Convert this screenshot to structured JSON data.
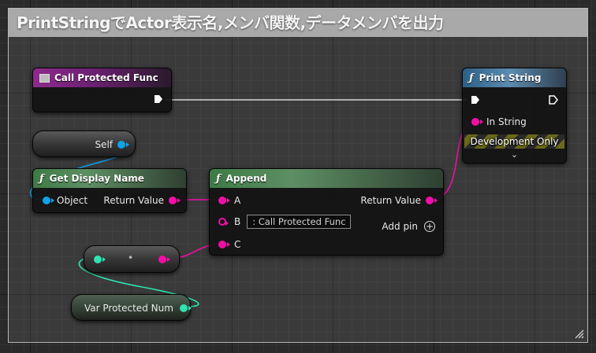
{
  "comment": {
    "title": "PrintStringでActor表示名,メンバ関数,データメンバを出力"
  },
  "nodes": {
    "call_protected": {
      "title": "Call Protected Func",
      "icon": "event-icon"
    },
    "self": {
      "label": "Self"
    },
    "get_display_name": {
      "title": "Get Display Name",
      "icon": "function-icon",
      "input_label": "Object",
      "output_label": "Return Value"
    },
    "append": {
      "title": "Append",
      "icon": "function-icon",
      "inputs": {
        "a": "A",
        "b": "B",
        "c": "C"
      },
      "b_default": ": Call Protected Func",
      "output_label": "Return Value",
      "add_pin_label": "Add pin"
    },
    "to_string": {
      "label": "•"
    },
    "var_protected": {
      "label": "Var Protected Num"
    },
    "print_string": {
      "title": "Print String",
      "icon": "function-icon",
      "in_string_label": "In String",
      "dev_only_label": "Development Only",
      "expand_glyph": "⌄"
    }
  },
  "colors": {
    "exec": "#ffffff",
    "string_pin": "#f20fa6",
    "object_pin": "#0ea3ea",
    "int_pin": "#2ee3b0"
  }
}
